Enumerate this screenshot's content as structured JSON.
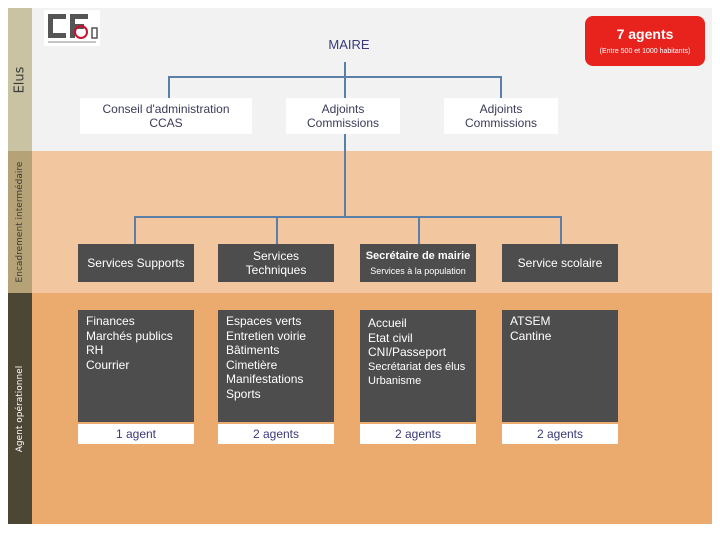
{
  "side_bands": [
    {
      "label": "Elus",
      "color": "#c9c3a3"
    },
    {
      "label": "Encadrement  intermédaire",
      "color": "#b5a377"
    },
    {
      "label": "Agent  opérationnel",
      "color": "#4c4634"
    }
  ],
  "band_colors": {
    "top": "#f2f2f2",
    "middle": "#f2c7a0",
    "bottom": "#ebab6f"
  },
  "logo_text": "CDG",
  "badge": {
    "title": "7 agents",
    "subtitle": "(Entre 500 et 1000 habitants)",
    "color": "#e8231e"
  },
  "maire": "MAIRE",
  "elus_boxes": [
    {
      "line1": "Conseil d'administration",
      "line2": "CCAS"
    },
    {
      "line1": "Adjoints",
      "line2": "Commissions"
    },
    {
      "line1": "Adjoints",
      "line2": "Commissions"
    }
  ],
  "services": [
    {
      "title": "Services Supports",
      "subtitle": "",
      "items": [
        "Finances",
        "Marchés publics",
        "RH",
        "Courrier"
      ],
      "extra": [],
      "agents": "1 agent"
    },
    {
      "title": "Services Techniques",
      "subtitle": "",
      "items": [
        "Espaces verts",
        "Entretien voirie",
        "Bâtiments",
        "Cimetière",
        "Manifestations",
        "Sports"
      ],
      "extra": [],
      "agents": "2 agents"
    },
    {
      "title": "Secrétaire de mairie",
      "subtitle": "Services à la population",
      "items": [
        "Accueil",
        "Etat civil",
        "CNI/Passeport"
      ],
      "extra": [
        "Secrétariat des élus",
        "Urbanisme"
      ],
      "agents": "2 agents"
    },
    {
      "title": "Service scolaire",
      "subtitle": "",
      "items": [
        "ATSEM",
        "Cantine"
      ],
      "extra": [],
      "agents": "2 agents"
    }
  ]
}
